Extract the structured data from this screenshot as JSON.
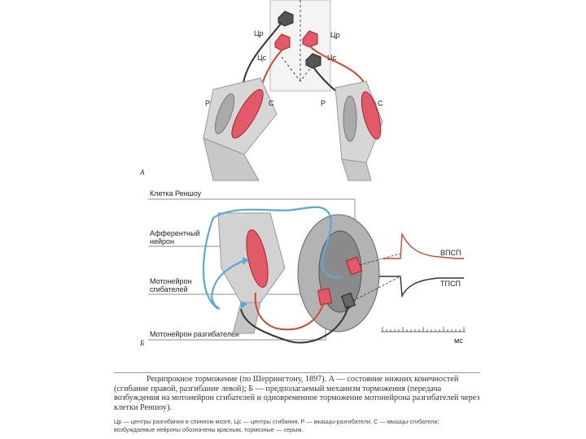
{
  "panelA": {
    "letter": "А",
    "label_cr_left": "Цр",
    "label_cs_left": "Цс",
    "label_cr_right": "Цр",
    "label_cs_right": "Цс",
    "label_p_left": "Р",
    "label_c_left": "С",
    "label_p_right": "Р",
    "label_c_right": "С"
  },
  "panelB": {
    "letter": "Б",
    "renshaw_label": "Клетка Реншоу",
    "afferent_label_1": "Афферентный",
    "afferent_label_2": "нейрон",
    "flexor_mn_label_1": "Мотонейрон",
    "flexor_mn_label_2": "сгибателей",
    "extensor_mn_label": "Мотонейрон разгибателей",
    "epsp_label": "ВПСП",
    "ipsp_label": "ТПСП",
    "ms_label": "мс"
  },
  "caption": {
    "text": "Реципрокное торможение (по Шеррингтону, 1897). А — состояние нижних конечностей (сгибание правой, разгибание левой); Б — предполагаемый механизм торможения (передача возбуждения на мотонейрон сгибателей и одновременное торможение мотонейрона разгибателей через клетки Реншоу)."
  },
  "legend": {
    "text": "Цр — центры разгибания в спинном мозге, Цс — центры сгибания, Р — мышцы-разгибатели, С — мышцы-сгибатели; возбуждаемые нейроны обозначены красным, тормозные — серым."
  },
  "colors": {
    "excitatory": "#d9452b",
    "inhibitory": "#444444",
    "afferent": "#5aa9d6",
    "muscle": "#e25a6a",
    "bone": "#b9b9b9",
    "spinal_cord": "#8a8a8a"
  }
}
